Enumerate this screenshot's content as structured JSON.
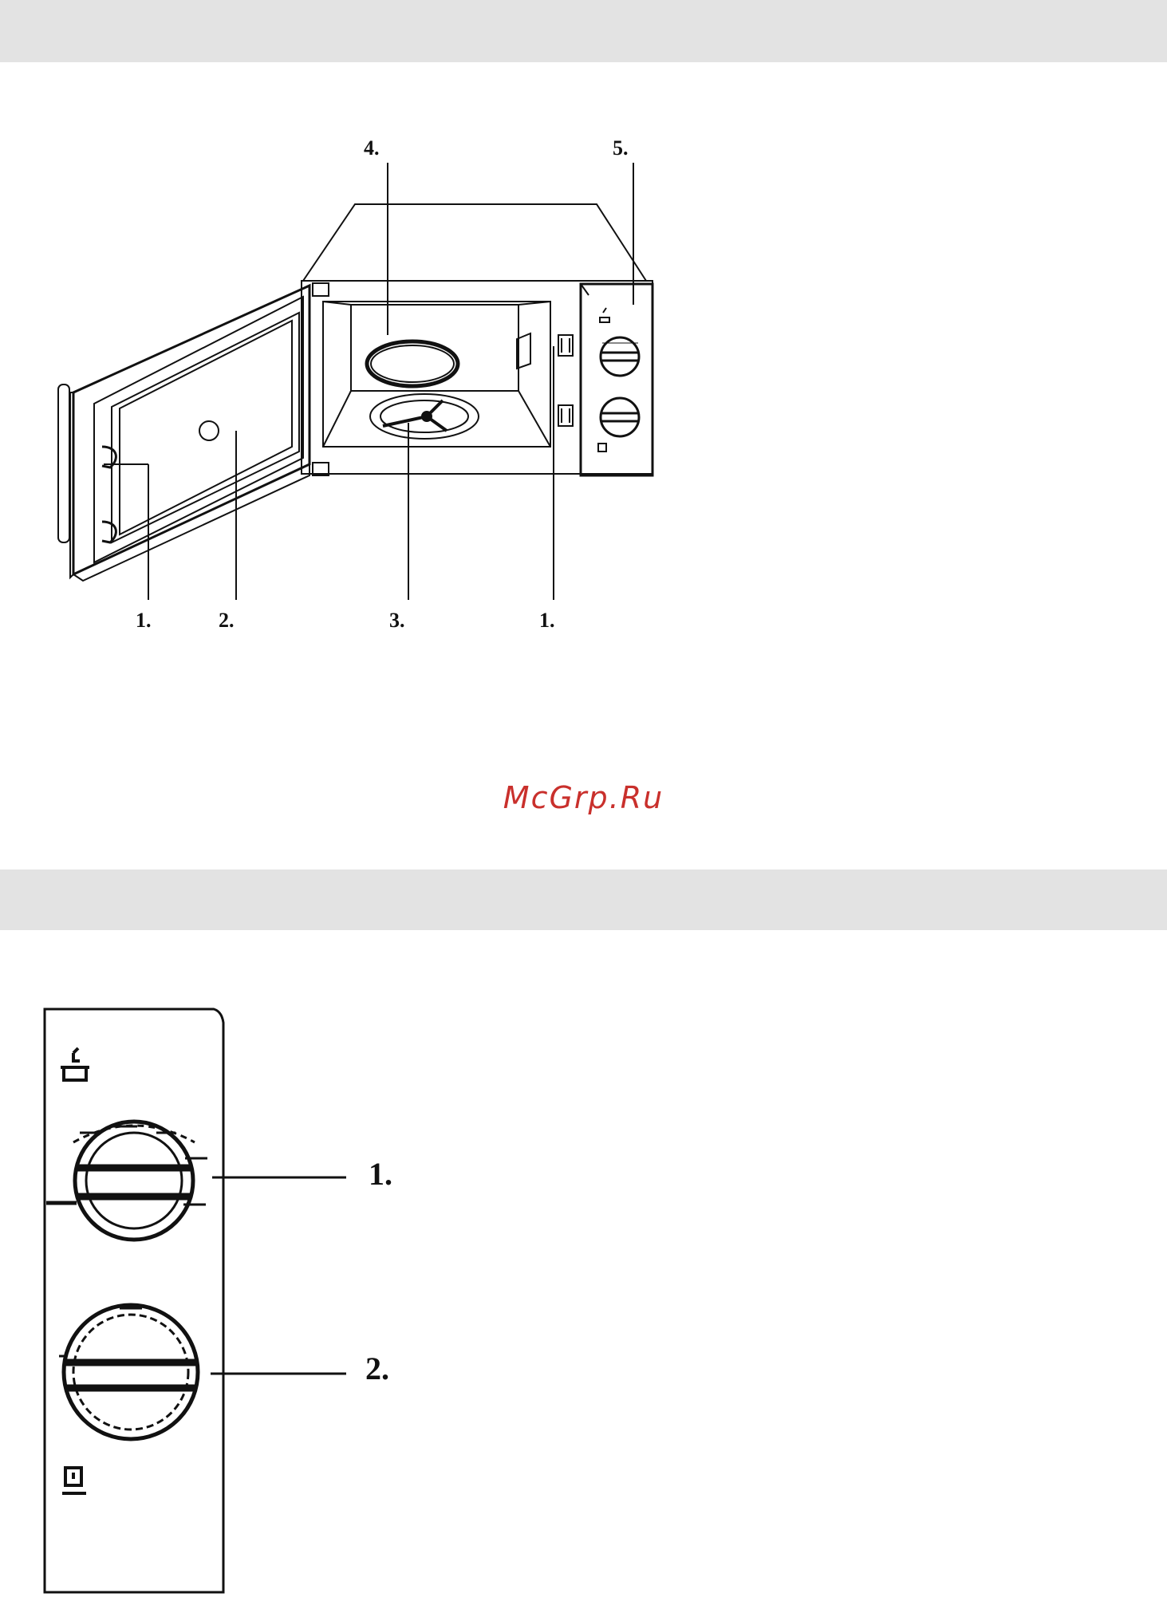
{
  "figure1": {
    "callouts": [
      {
        "id": "door-latch-left",
        "text": "1."
      },
      {
        "id": "door-window",
        "text": "2."
      },
      {
        "id": "turntable-support",
        "text": "3."
      },
      {
        "id": "glass-tray",
        "text": "4."
      },
      {
        "id": "control-panel",
        "text": "5."
      },
      {
        "id": "door-latch-right",
        "text": "1."
      }
    ]
  },
  "watermark": "McGrp.Ru",
  "figure2": {
    "callouts": [
      {
        "id": "power-knob",
        "text": "1."
      },
      {
        "id": "timer-knob",
        "text": "2."
      }
    ]
  },
  "icons": {
    "power": "power-level-icon",
    "timer": "timer-icon"
  },
  "colors": {
    "band": "#e3e3e3",
    "watermark": "#c9302c",
    "line": "#111111"
  }
}
